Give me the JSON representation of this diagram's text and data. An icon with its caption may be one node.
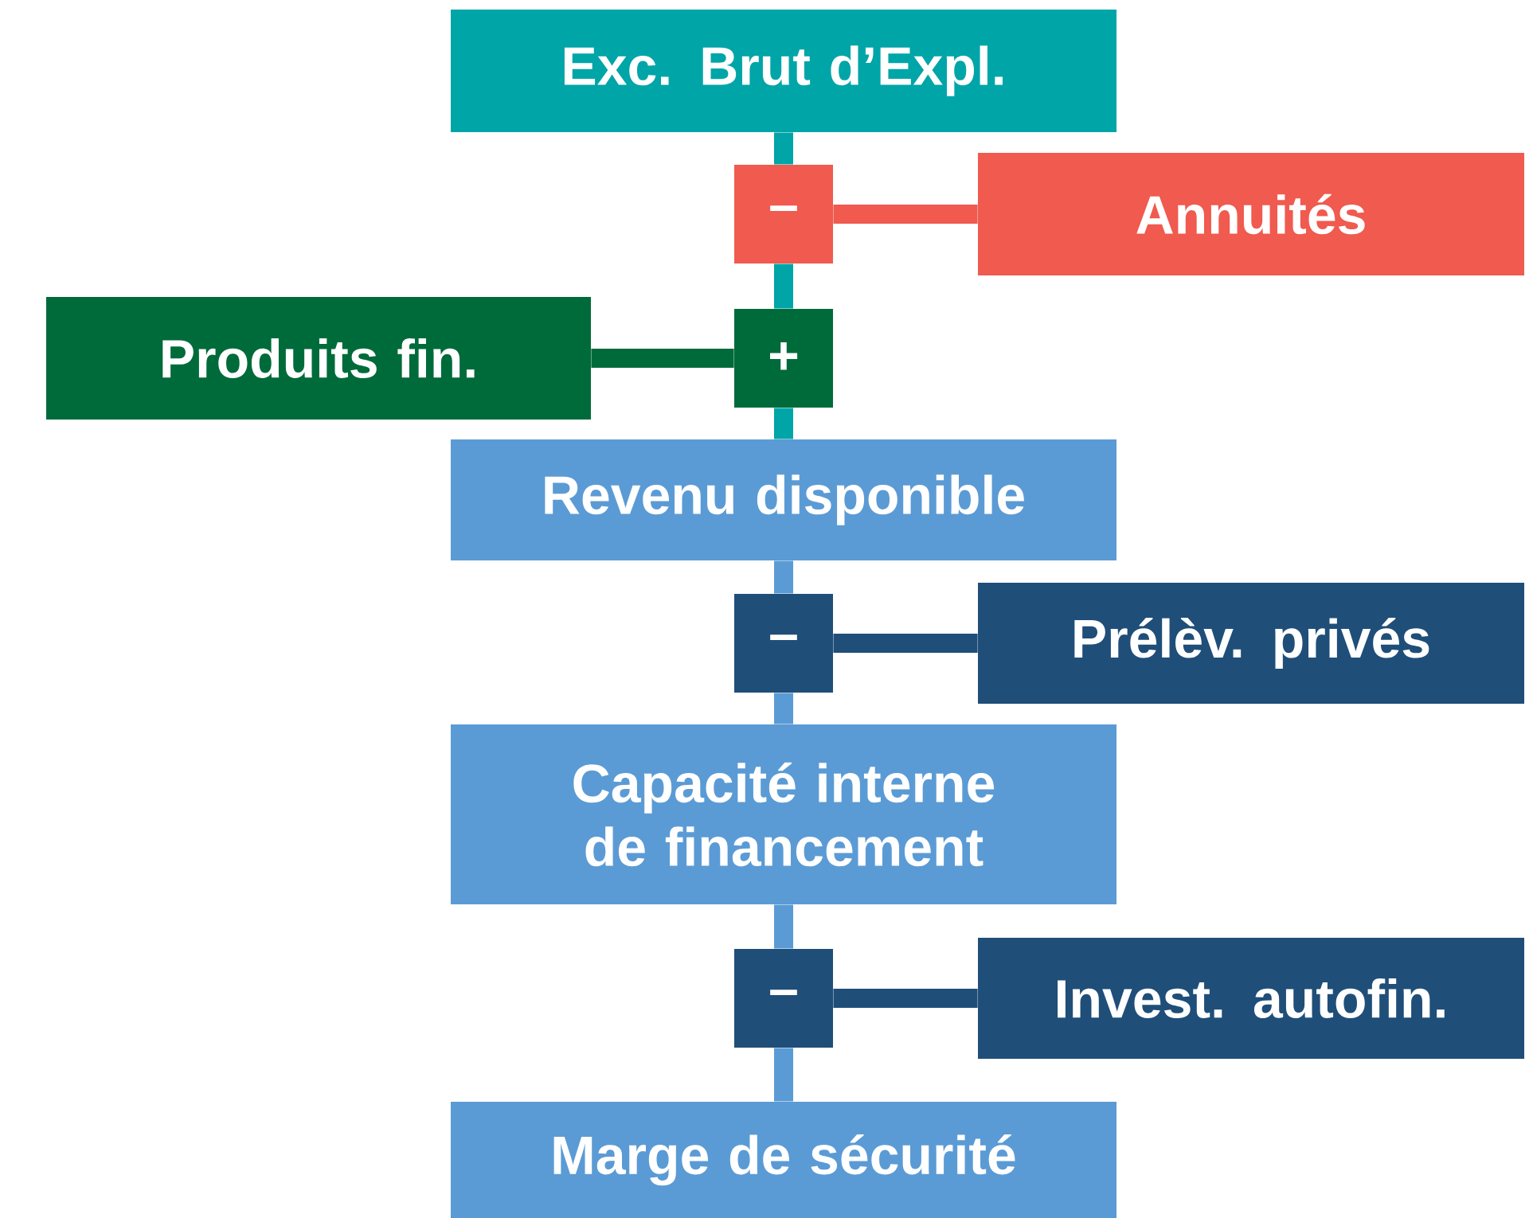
{
  "diagram": {
    "nodes": [
      {
        "text": [
          "Exc. Brut d’Expl."
        ]
      },
      {
        "text": [
          "–"
        ]
      },
      {
        "text": [
          "Annuités"
        ]
      },
      {
        "text": [
          "Produits fin."
        ]
      },
      {
        "text": [
          "+"
        ]
      },
      {
        "text": [
          "Revenu disponible"
        ]
      },
      {
        "text": [
          "–"
        ]
      },
      {
        "text": [
          "Prélèv. privés"
        ]
      },
      {
        "text": [
          "Capacité interne de financement"
        ]
      },
      {
        "text": [
          "–"
        ]
      },
      {
        "text": [
          "Invest. autofin."
        ]
      },
      {
        "text": [
          "Marge de sécurité"
        ]
      }
    ],
    "edges": [
      {
        "from": 0,
        "to": 1,
        "arrow": "none",
        "color": "#00a5a8"
      },
      {
        "from": 1,
        "to": 4,
        "arrow": "none",
        "color": "#00a5a8"
      },
      {
        "from": 4,
        "to": 5,
        "arrow": "none",
        "color": "#00a5a8"
      },
      {
        "from": 2,
        "to": 1,
        "arrow": "none",
        "color": "#f05a4f"
      },
      {
        "from": 3,
        "to": 4,
        "arrow": "none",
        "color": "#006b3a"
      },
      {
        "from": 5,
        "to": 6,
        "arrow": "none",
        "color": "#5b9bd5"
      },
      {
        "from": 6,
        "to": 8,
        "arrow": "none",
        "color": "#5b9bd5"
      },
      {
        "from": 7,
        "to": 6,
        "arrow": "none",
        "color": "#1f4e79"
      },
      {
        "from": 8,
        "to": 9,
        "arrow": "none",
        "color": "#5b9bd5"
      },
      {
        "from": 9,
        "to": 11,
        "arrow": "none",
        "color": "#5b9bd5"
      },
      {
        "from": 10,
        "to": 9,
        "arrow": "none",
        "color": "#1f4e79"
      }
    ]
  }
}
